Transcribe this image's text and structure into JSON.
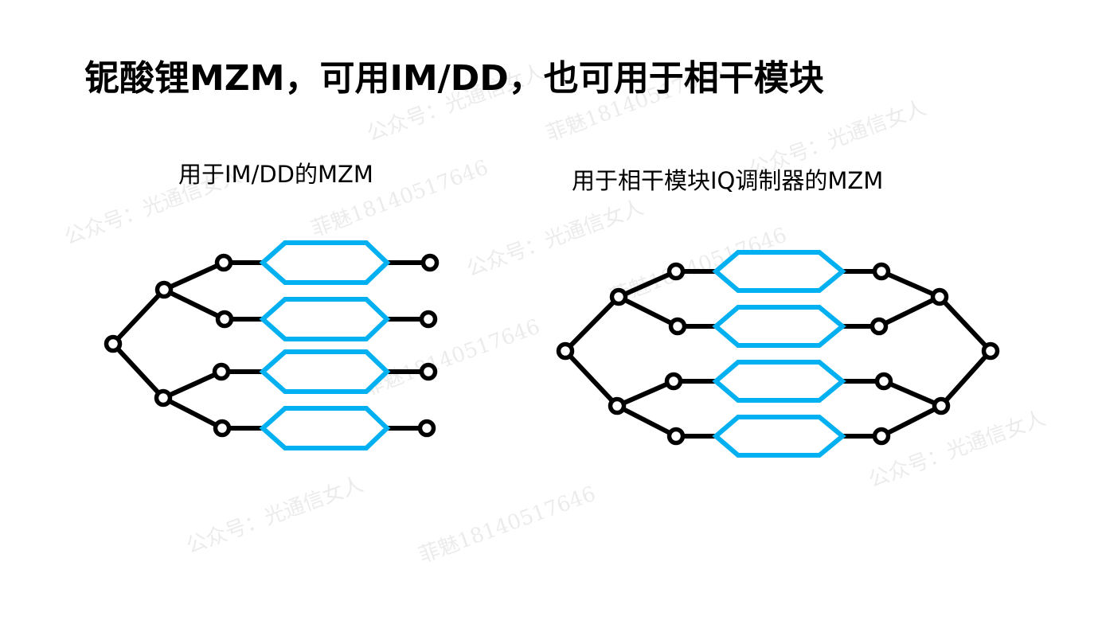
{
  "title": "铌酸锂MZM，可用IM/DD，也可用于相干模块",
  "left_diagram": {
    "caption": "用于IM/DD的MZM"
  },
  "right_diagram": {
    "caption": "用于相干模块IQ调制器的MZM"
  },
  "colors": {
    "line": "#000000",
    "modulator": "#00b0f0"
  },
  "watermarks": [
    "公众号：光通信女人",
    "菲魅18140517646",
    "公众号：光通信女人",
    "菲魅18140517646",
    "公众号：光通信女人",
    "菲魅18140517646",
    "公众号：光通信女人",
    "菲魅18140517646",
    "公众号：光通信女人",
    "菲魅18140517646",
    "公众号：光通信女人"
  ]
}
